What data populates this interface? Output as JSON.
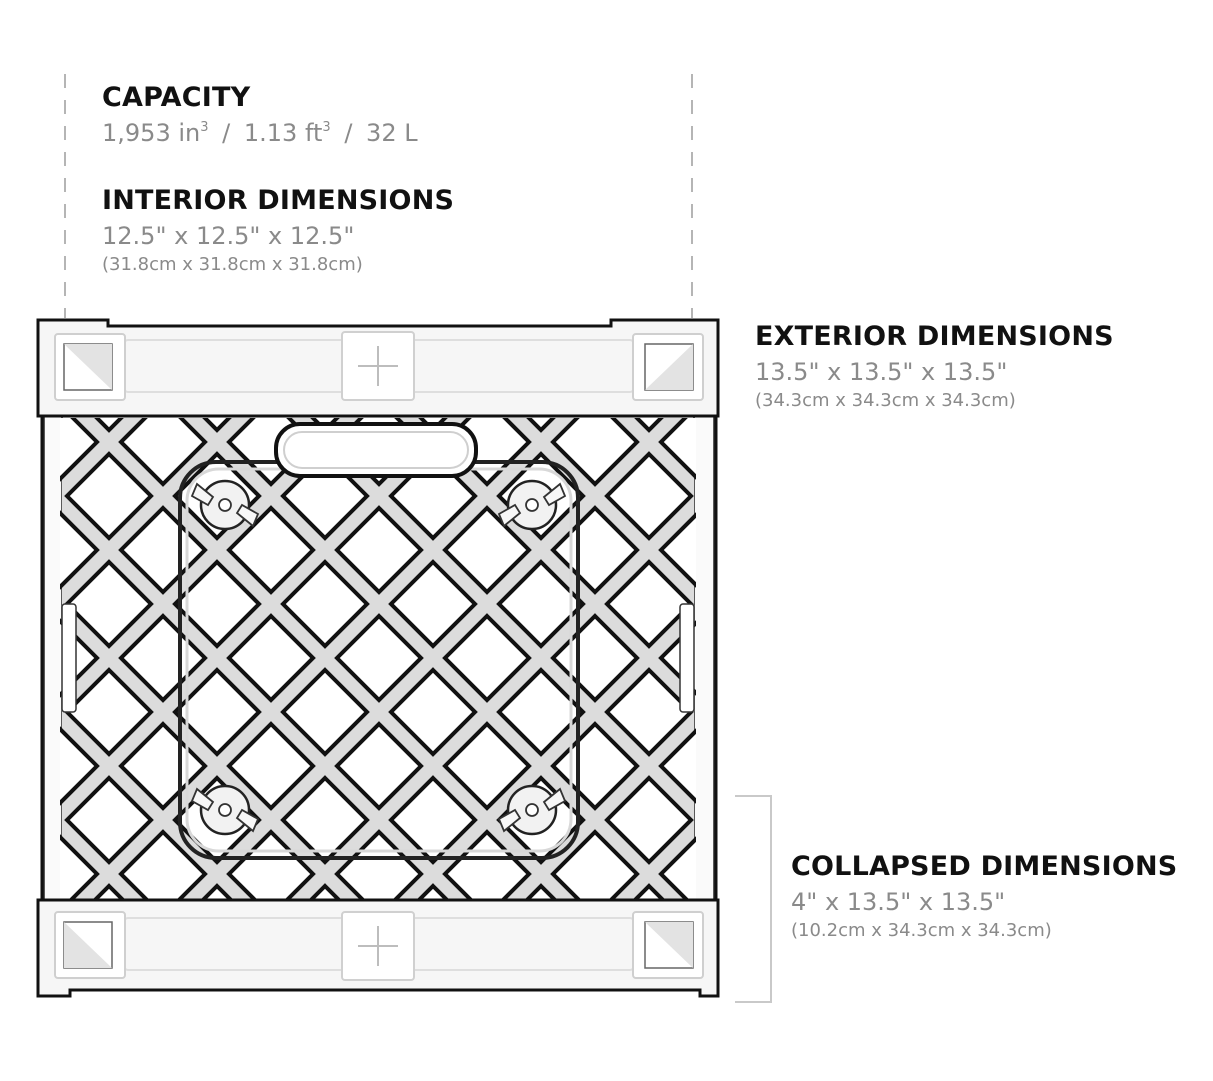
{
  "capacity": {
    "heading": "CAPACITY",
    "in_value": "1,953 in",
    "ft_value": "1.13 ft",
    "l_value": "32 L",
    "exponent": "3",
    "separator": "/"
  },
  "interior": {
    "heading": "INTERIOR DIMENSIONS",
    "imperial": "12.5\" x 12.5\" x 12.5\"",
    "metric": "(31.8cm x 31.8cm x 31.8cm)"
  },
  "exterior": {
    "heading": "EXTERIOR DIMENSIONS",
    "imperial": "13.5\" x 13.5\" x 13.5\"",
    "metric": "(34.3cm x 34.3cm x 34.3cm)"
  },
  "collapsed": {
    "heading": "COLLAPSED DIMENSIONS",
    "imperial": "4\" x 13.5\" x 13.5\"",
    "metric": "(10.2cm x 34.3cm x 34.3cm)"
  },
  "colors": {
    "outline": "#111111",
    "frame": "#f4f4f4",
    "panel": "#dcdcdc",
    "guide": "#b5b5b5",
    "value_text": "#8a8a8a"
  }
}
